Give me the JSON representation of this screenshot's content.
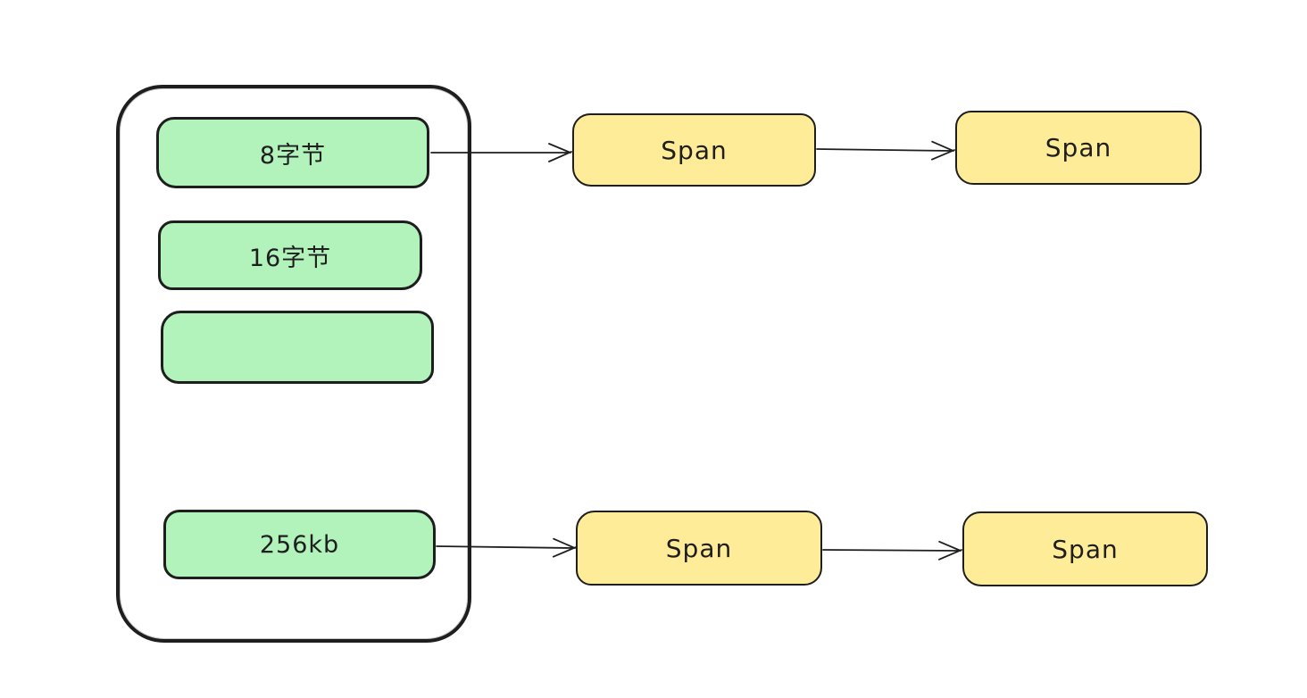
{
  "diagram": {
    "description": "Hand-drawn style memory allocator diagram: size classes inside a central container point to chains of Span blocks",
    "central_container": {
      "size_classes": [
        {
          "label": "8字节"
        },
        {
          "label": "16字节"
        },
        {
          "label": ""
        },
        {
          "label": "256kb"
        }
      ]
    },
    "span_chains": [
      {
        "source": "8字节",
        "spans": [
          {
            "label": "Span"
          },
          {
            "label": "Span"
          }
        ]
      },
      {
        "source": "256kb",
        "spans": [
          {
            "label": "Span"
          },
          {
            "label": "Span"
          }
        ]
      }
    ],
    "arrows": [
      {
        "from": "8字节",
        "to": "span-chain-1-node-1"
      },
      {
        "from": "span-chain-1-node-1",
        "to": "span-chain-1-node-2"
      },
      {
        "from": "256kb",
        "to": "span-chain-2-node-1"
      },
      {
        "from": "span-chain-2-node-1",
        "to": "span-chain-2-node-2"
      }
    ],
    "colors": {
      "size_class_fill": "#b2f2bb",
      "span_fill": "#ffec99",
      "stroke": "#1e1e1e",
      "background": "#ffffff"
    }
  }
}
